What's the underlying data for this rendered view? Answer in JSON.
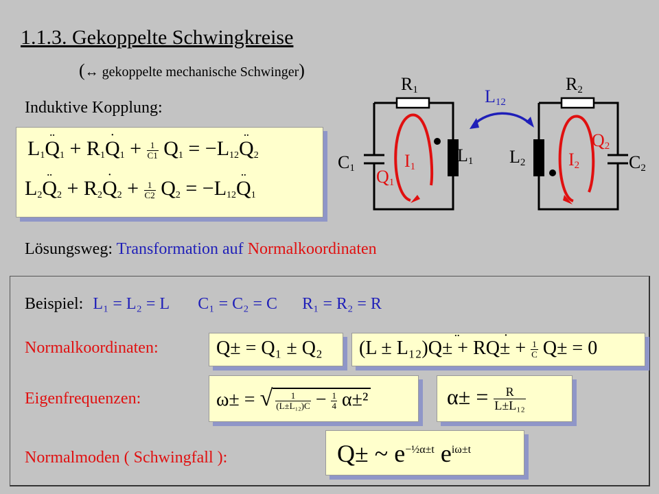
{
  "header": {
    "title": "1.1.3. Gekoppelte Schwingkreise",
    "subtitle_arrow": "↔",
    "subtitle_text": "gekoppelte mechanische Schwinger"
  },
  "coupling_label": "Induktive Kopplung:",
  "equations": {
    "eq1": {
      "L": "L",
      "L_sub": "1",
      "Q": "Q",
      "Q_sub": "1",
      "R": "R",
      "R_sub": "1",
      "frac_num": "1",
      "frac_den": "C1",
      "rhs_L": "L",
      "rhs_L_sub": "12",
      "rhs_Q_sub": "2"
    },
    "eq2": {
      "L": "L",
      "L_sub": "2",
      "Q": "Q",
      "Q_sub": "2",
      "R": "R",
      "R_sub": "2",
      "frac_num": "1",
      "frac_den": "C2",
      "rhs_L": "L",
      "rhs_L_sub": "12",
      "rhs_Q_sub": "1"
    }
  },
  "circuit": {
    "R1": "R",
    "R1_sub": "1",
    "R2": "R",
    "R2_sub": "2",
    "L12": "L",
    "L12_sub": "12",
    "C1": "C",
    "C1_sub": "1",
    "C2": "C",
    "C2_sub": "2",
    "L1": "L",
    "L1_sub": "1",
    "L2": "L",
    "L2_sub": "2",
    "I1": "I",
    "I1_sub": "1",
    "I2": "I",
    "I2_sub": "2",
    "Q1": "Q",
    "Q1_sub": "1",
    "Q2": "Q",
    "Q2_sub": "2"
  },
  "solution": {
    "label": "Lösungsweg:",
    "method": "Transformation",
    "auf": "auf",
    "target": "Normalkoordinaten"
  },
  "example": {
    "label": "Beispiel:",
    "cond_L": "L₁ = L₂ = L",
    "cond_C": "C₁ = C₂ = C",
    "cond_R": "R₁ = R₂ = R"
  },
  "normal_coords": {
    "label": "Normalkoordinaten:",
    "def": "Q± = Q₁ ± Q₂",
    "eq_a": "(L ± L₁₂)",
    "eq_b": "Q± + R",
    "eq_c": "Q± +",
    "eq_d": "Q± = 0",
    "frac_num": "1",
    "frac_den": "C"
  },
  "eigen": {
    "label": "Eigenfrequenzen:",
    "omega": "ω± =",
    "frac_num": "1",
    "frac_den": "(L±L₁₂)C",
    "minus_part": "−",
    "quarter_num": "1",
    "quarter_den": "4",
    "alpha_sq": "α±²",
    "alpha_lhs": "α± =",
    "alpha_num": "R",
    "alpha_den": "L±L₁₂"
  },
  "modes": {
    "label": "Normalmoden ( Schwingfall ):",
    "lhs": "Q± ~ e",
    "exp1": "−½α±t",
    "e2": "e",
    "exp2": "iω±t"
  },
  "colors": {
    "background": "#c3c3c3",
    "box_fill": "#ffffcc",
    "box_shadow": "#8f96c8",
    "blue": "#1f1fb8",
    "red": "#e01010"
  }
}
